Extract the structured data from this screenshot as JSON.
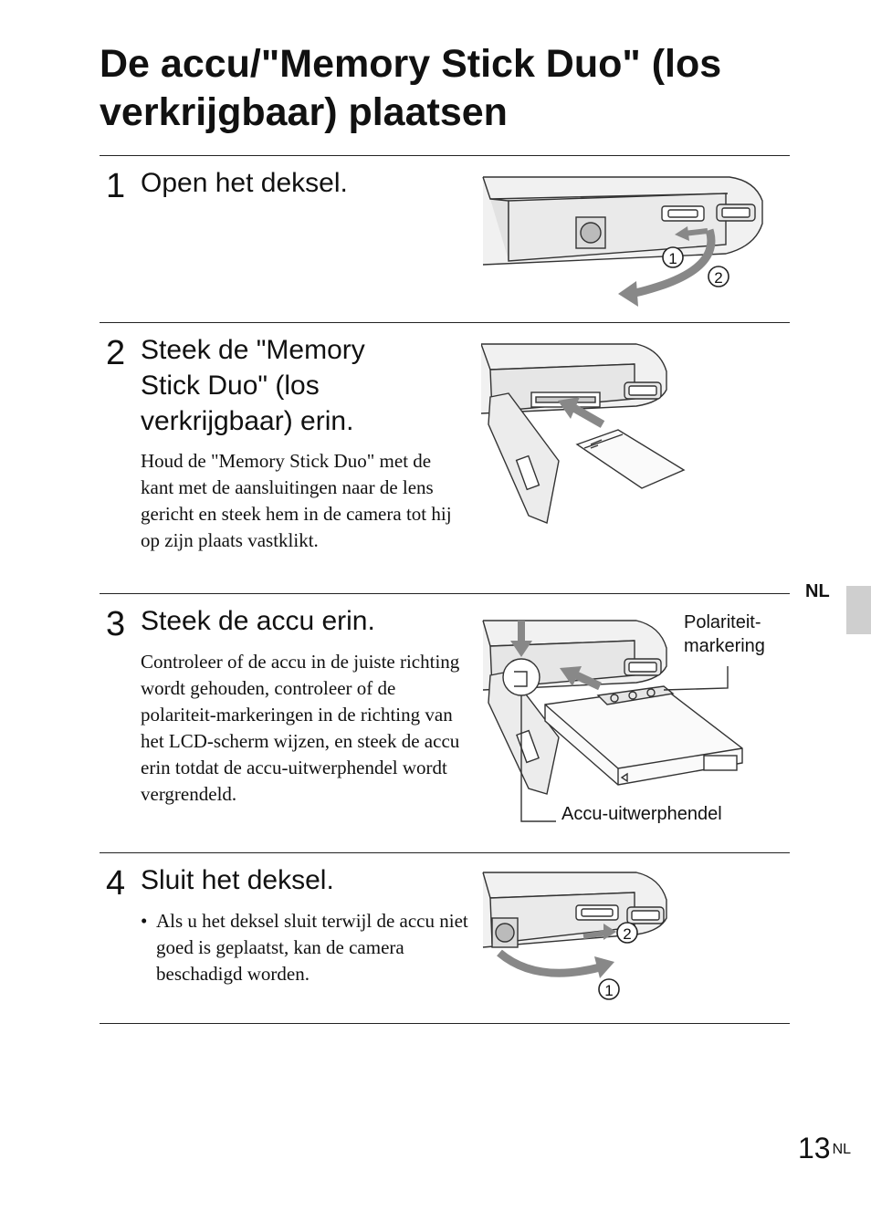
{
  "page": {
    "title": "De accu/\"Memory Stick Duo\" (los verkrijgbaar) plaatsen",
    "language_tab": "NL",
    "page_number": "13",
    "page_number_suffix": "NL"
  },
  "steps": [
    {
      "number": "1",
      "heading": "Open het deksel.",
      "markers": [
        "1",
        "2"
      ]
    },
    {
      "number": "2",
      "heading": "Steek de \"Memory Stick Duo\" (los verkrijgbaar) erin.",
      "body": "Houd de \"Memory Stick Duo\" met de kant met de aansluitingen naar de lens gericht en steek hem in de camera tot hij op zijn plaats vastklikt."
    },
    {
      "number": "3",
      "heading": "Steek de accu erin.",
      "body": "Controleer of de accu in de juiste richting wordt gehouden, controleer of de polariteit-markeringen in de richting van het LCD-scherm wijzen, en steek de accu erin totdat de accu-uitwerphendel wordt vergrendeld.",
      "callout_top_line1": "Polariteit-",
      "callout_top_line2": "markering",
      "callout_bottom": "Accu-uitwerphendel"
    },
    {
      "number": "4",
      "heading": "Sluit het deksel.",
      "bullet": "Als u het deksel sluit terwijl de accu niet goed is geplaatst, kan de camera beschadigd worden.",
      "markers": [
        "2",
        "1"
      ]
    }
  ]
}
